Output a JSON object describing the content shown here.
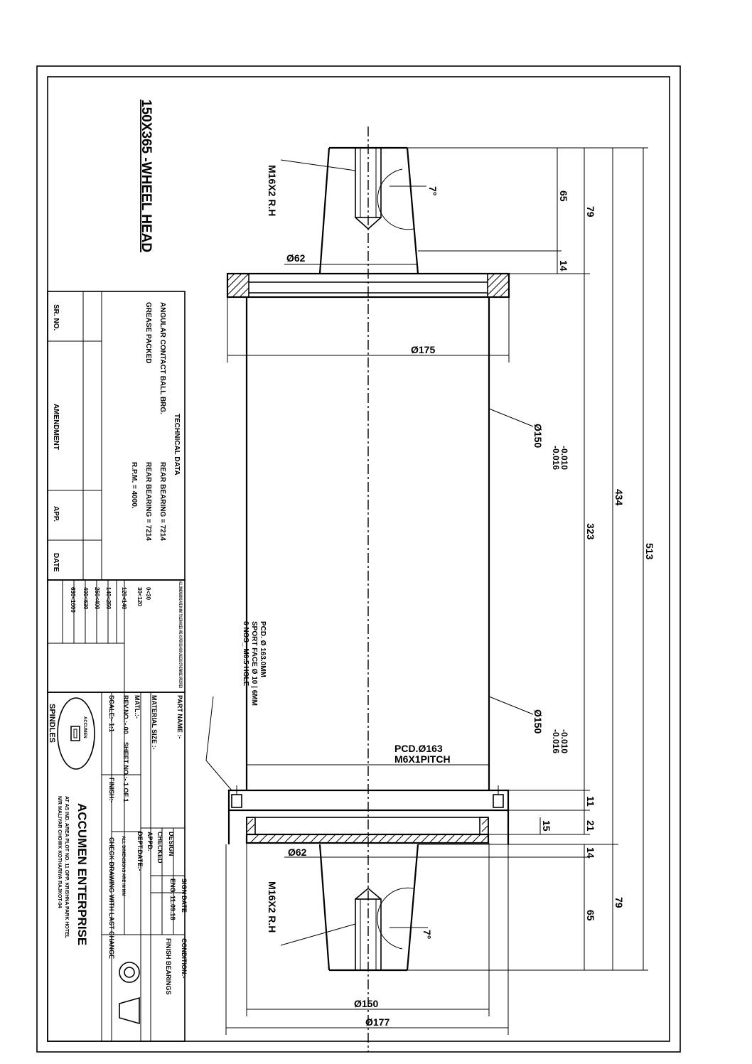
{
  "drawing": {
    "title": "150X365 -WHEEL HEAD",
    "dimensions": {
      "d62_top": "Ø62",
      "d62_bottom": "Ø62",
      "d175": "Ø175",
      "d150_a": "Ø150",
      "d150_a_tol_upper": "-0.010",
      "d150_a_tol_lower": "-0.016",
      "d150_b": "Ø150",
      "d150_b_tol_upper": "-0.010",
      "d150_b_tol_lower": "-0.016",
      "d150_bottom": "Ø150",
      "d177": "Ø177",
      "pcd163": "PCD.Ø163",
      "pitch": "M6X1PITCH",
      "thread_top": "M16X2 R.H",
      "thread_bottom": "M16X2 R.H",
      "taper_top": "7°",
      "taper_bottom": "7°",
      "len_65_top": "65",
      "len_79_top": "79",
      "len_14_top": "14",
      "len_323": "323",
      "len_434": "434",
      "len_513": "513",
      "len_11": "11",
      "len_21": "21",
      "len_15": "15",
      "len_14_bottom": "14",
      "len_79_bottom": "79",
      "len_65_bottom": "65"
    },
    "hole_note": [
      "6 NOS_ M6.5 HOLE",
      "SPORT FACE Ø 10 | 6MM",
      "PCD. Ø 163.0MM"
    ]
  },
  "technical_data": {
    "heading": "TECHNICAL DATA",
    "bearing_label": "ANGULAR CONTACT BALL BRG.",
    "rear_bearing": "REAR BEARING = 7214",
    "front_bearing": "REAR BEARING = 7214",
    "greasing": "GREASE PACKED",
    "rpm": "R.P.M. = 4000."
  },
  "amendment_table": {
    "headers": [
      "SR. NO.",
      "AMENDMENT",
      "APP.",
      "DATE"
    ]
  },
  "tolerance_table": {
    "note": "ALL DIMENSIONS ARE IN MM. TOLERANCES ARE AS PER BS-4500 UNLESS OTHERWISE SPECIFIED",
    "rows": [
      "0<30",
      "30<120",
      "120<140",
      "140<250",
      "250<400",
      "400<630",
      "630<1000"
    ]
  },
  "title_block": {
    "part_name": "PART NAME :-",
    "material": "MATERIAL SIZE :-",
    "matl": "MATL.:-",
    "rev_no": "REV.NO.:- 00",
    "sheet_no": "SHEET NO.:- 1 OF 1",
    "scale": "SCALE:- 1:1",
    "finish": "FINISH:-",
    "check": "CHECK DRAWING WITH LAST CHANGE",
    "design": "DESIGN",
    "checked": "CHECKED",
    "appd": "APPD.",
    "dept_date": "DEPT.DATE:-",
    "all_dim": "ALL DIMENSIONS ARE IN MM",
    "sign": "SIGN",
    "date": "DATE",
    "eng": "ENG.",
    "date_value": "11.09.18",
    "condition": "CONDITION:-",
    "condition_value": "FINISH BEARINGS",
    "company": "ACCUMEN ENTERPRISE",
    "address1": "AT AS IND. AREA PLOT NO. 11 OPP. KRISHNA PARK HOTEL",
    "address2": "N/R MALIYAR CHOWK KOTHARIYA RAJKOT-04",
    "product": "SPINDLES",
    "logo_text": "ACCUMEN"
  }
}
